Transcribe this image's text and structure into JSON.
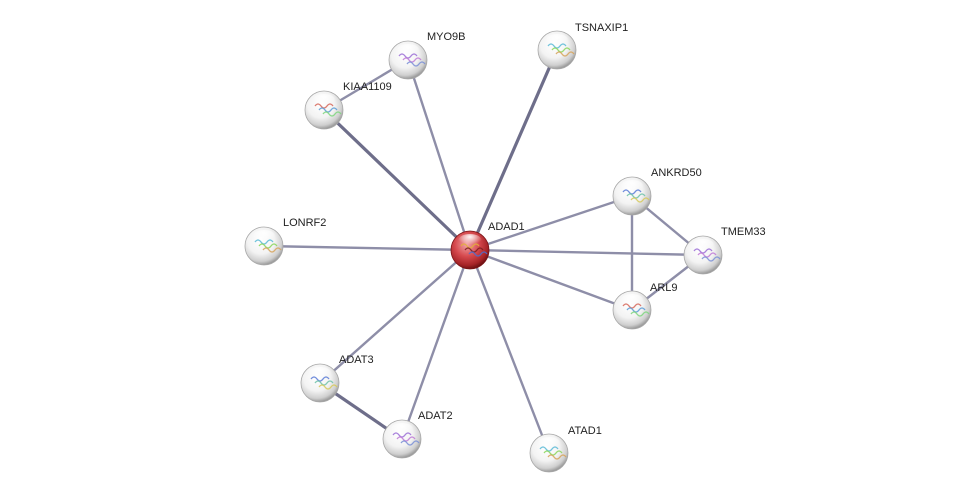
{
  "network": {
    "query_protein": "ADAD1",
    "colors": {
      "query_node": "#c8383d",
      "partner_node": "#f2f2f2",
      "edge": "#8e8ea8",
      "edge_strong": "#6e6e8a",
      "label": "#222222"
    },
    "nodes": [
      {
        "id": "ADAD1",
        "label": "ADAD1",
        "query": true
      },
      {
        "id": "MYO9B",
        "label": "MYO9B"
      },
      {
        "id": "TSNAXIP1",
        "label": "TSNAXIP1"
      },
      {
        "id": "KIAA1109",
        "label": "KIAA1109"
      },
      {
        "id": "ANKRD50",
        "label": "ANKRD50"
      },
      {
        "id": "TMEM33",
        "label": "TMEM33"
      },
      {
        "id": "LONRF2",
        "label": "LONRF2"
      },
      {
        "id": "ARL9",
        "label": "ARL9"
      },
      {
        "id": "ADAT3",
        "label": "ADAT3"
      },
      {
        "id": "ADAT2",
        "label": "ADAT2"
      },
      {
        "id": "ATAD1",
        "label": "ATAD1"
      }
    ],
    "edges": [
      {
        "from": "ADAD1",
        "to": "MYO9B",
        "strength": "normal"
      },
      {
        "from": "ADAD1",
        "to": "TSNAXIP1",
        "strength": "strong"
      },
      {
        "from": "ADAD1",
        "to": "KIAA1109",
        "strength": "strong"
      },
      {
        "from": "ADAD1",
        "to": "ANKRD50",
        "strength": "normal"
      },
      {
        "from": "ADAD1",
        "to": "TMEM33",
        "strength": "normal"
      },
      {
        "from": "ADAD1",
        "to": "LONRF2",
        "strength": "normal"
      },
      {
        "from": "ADAD1",
        "to": "ARL9",
        "strength": "normal"
      },
      {
        "from": "ADAD1",
        "to": "ADAT3",
        "strength": "normal"
      },
      {
        "from": "ADAD1",
        "to": "ADAT2",
        "strength": "normal"
      },
      {
        "from": "ADAD1",
        "to": "ATAD1",
        "strength": "normal"
      },
      {
        "from": "MYO9B",
        "to": "KIAA1109",
        "strength": "normal"
      },
      {
        "from": "ANKRD50",
        "to": "TMEM33",
        "strength": "normal"
      },
      {
        "from": "ANKRD50",
        "to": "ARL9",
        "strength": "normal"
      },
      {
        "from": "TMEM33",
        "to": "ARL9",
        "strength": "normal"
      },
      {
        "from": "ADAT3",
        "to": "ADAT2",
        "strength": "strong"
      }
    ]
  }
}
